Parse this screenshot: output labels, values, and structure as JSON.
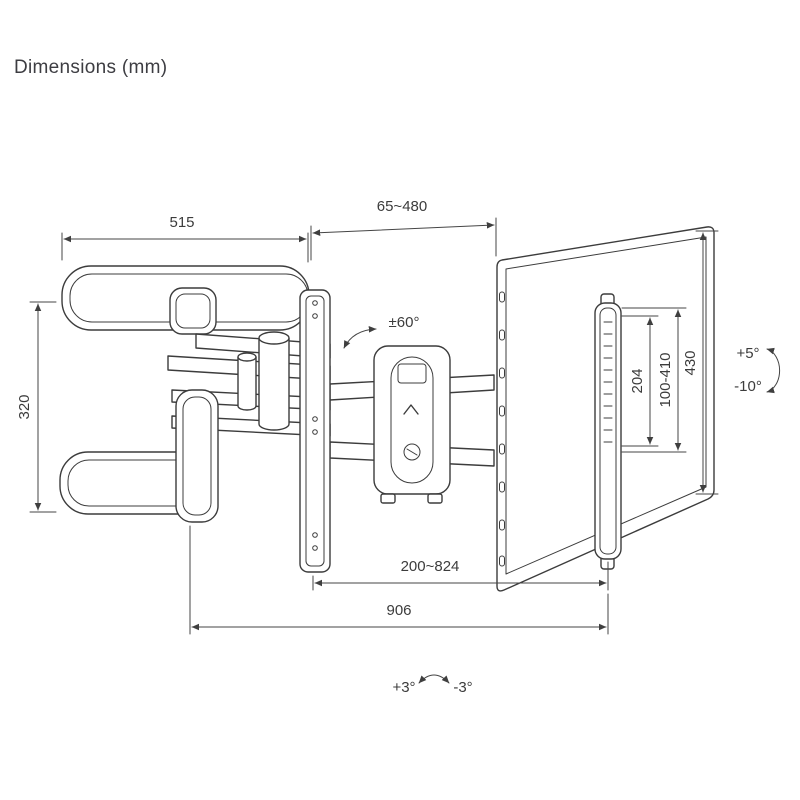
{
  "page": {
    "title": "Dimensions (mm)"
  },
  "diagram": {
    "dimensions": {
      "arm_length": "515",
      "extension_depth": "65~480",
      "bracket_height": "320",
      "swivel_range": "±60°",
      "slot_length": "204",
      "vesa_height_range": "100-410",
      "plate_height": "430",
      "tilt_up": "+5°",
      "tilt_down": "-10°",
      "rail_spacing": "200~824",
      "overall_width": "906",
      "level_plus": "+3°",
      "level_minus": "-3°"
    }
  }
}
